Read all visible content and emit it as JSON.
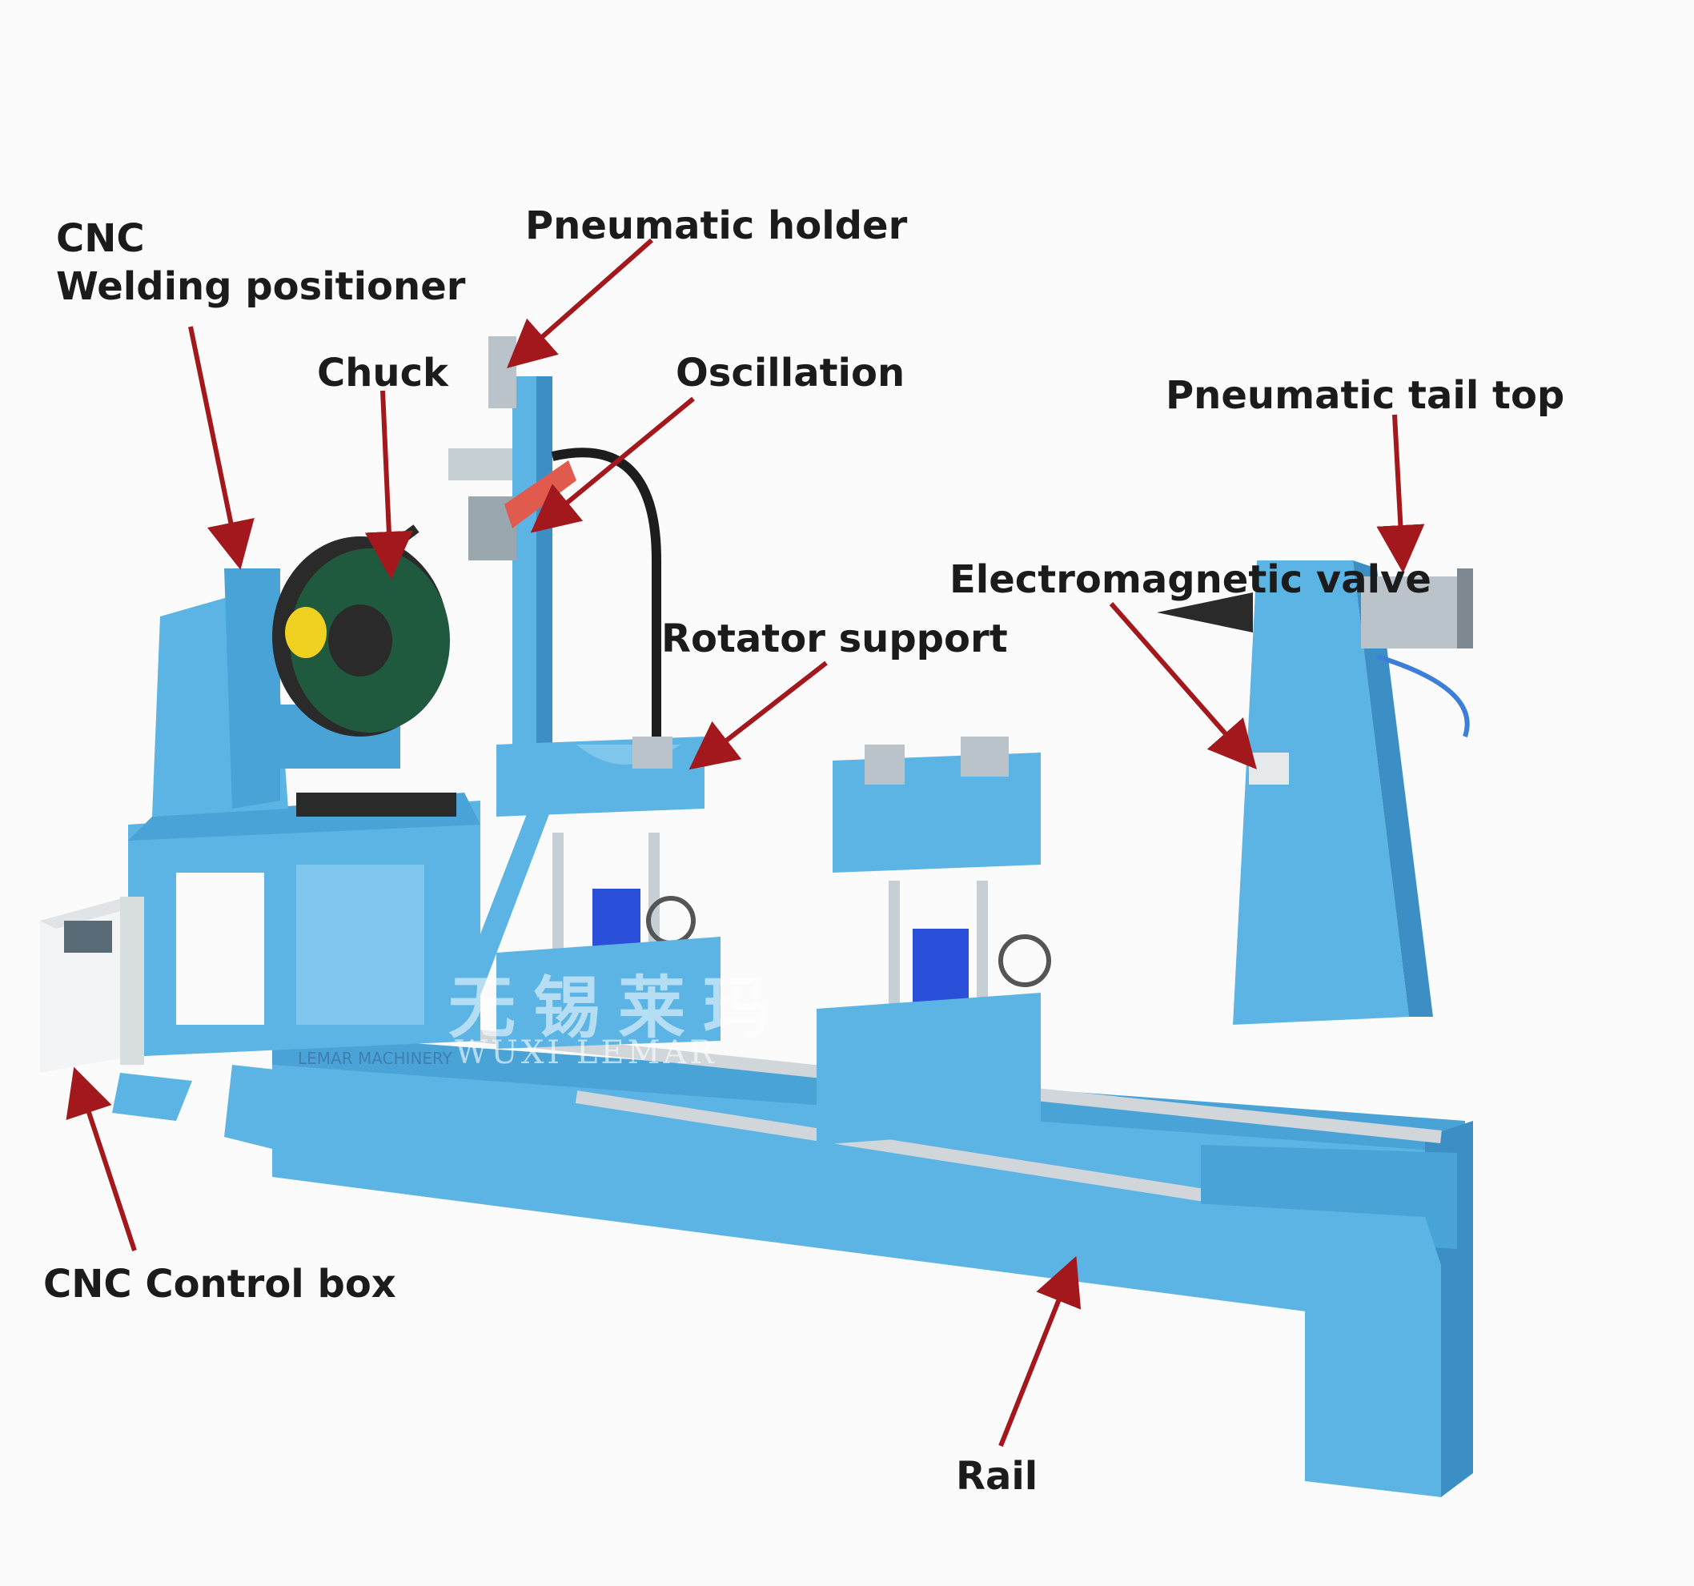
{
  "labels": {
    "cnc_welding_positioner_line1": "CNC",
    "cnc_welding_positioner_line2": "Welding positioner",
    "chuck": "Chuck",
    "pneumatic_holder": "Pneumatic holder",
    "oscillation": "Oscillation",
    "pneumatic_tail_top": "Pneumatic tail top",
    "electromagnetic_valve": "Electromagnetic valve",
    "rotator_support": "Rotator support",
    "cnc_control_box": "CNC Control box",
    "rail": "Rail"
  },
  "watermark": {
    "chinese": "无锡莱玛",
    "english": "WUXI LEMAR",
    "small": "LEMAR MACHINERY"
  },
  "colors": {
    "machine_blue": "#5cb4e4",
    "machine_dark": "#3c8fc4",
    "arrow_red": "#a3181c",
    "chuck_green": "#1f5a3e",
    "background": "#fbfbfb"
  }
}
